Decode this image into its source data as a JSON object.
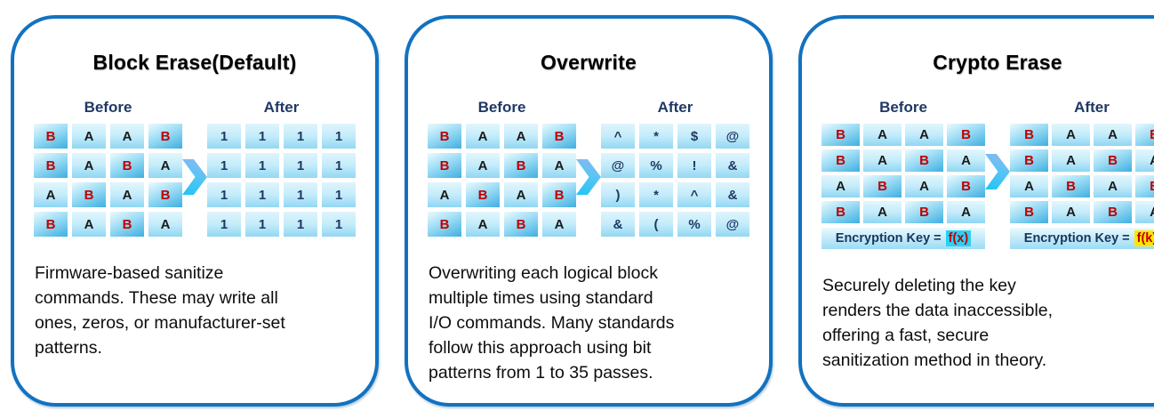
{
  "colors": {
    "panel_border": "#1272c0",
    "navy_text": "#1f3864",
    "letter_b_red": "#c00000",
    "letter_a_black": "#1a1a1a",
    "cell_blue_light": "#c4ecfa",
    "cell_blue_deep": "#3fafe0",
    "arrow_cyan": "#21c3f6",
    "key_highlight_before": "#2ad1f4",
    "key_highlight_after": "#ffe600"
  },
  "panels": [
    {
      "title": "Block Erase(Default)",
      "before_label": "Before",
      "after_label": "After",
      "arrow_icon": "chevron-right",
      "before_grid": [
        [
          "B",
          "A",
          "A",
          "B"
        ],
        [
          "B",
          "A",
          "B",
          "A"
        ],
        [
          "A",
          "B",
          "A",
          "B"
        ],
        [
          "B",
          "A",
          "B",
          "A"
        ]
      ],
      "after_grid": [
        [
          "1",
          "1",
          "1",
          "1"
        ],
        [
          "1",
          "1",
          "1",
          "1"
        ],
        [
          "1",
          "1",
          "1",
          "1"
        ],
        [
          "1",
          "1",
          "1",
          "1"
        ]
      ],
      "description": " Firmware-based sanitize\ncommands. These may write all\nones, zeros, or manufacturer-set\npatterns."
    },
    {
      "title": "Overwrite",
      "before_label": "Before",
      "after_label": "After",
      "arrow_icon": "chevron-right",
      "before_grid": [
        [
          "B",
          "A",
          "A",
          "B"
        ],
        [
          "B",
          "A",
          "B",
          "A"
        ],
        [
          "A",
          "B",
          "A",
          "B"
        ],
        [
          "B",
          "A",
          "B",
          "A"
        ]
      ],
      "after_grid": [
        [
          "^",
          "*",
          "$",
          "@"
        ],
        [
          "@",
          "%",
          "!",
          "&"
        ],
        [
          ")",
          "*",
          "^",
          "&"
        ],
        [
          "&",
          "(",
          "%",
          "@"
        ]
      ],
      "description": "Overwriting each logical block\nmultiple times using standard\nI/O commands. Many standards\nfollow this approach using bit\npatterns from 1 to 35 passes."
    },
    {
      "title": "Crypto Erase",
      "before_label": "Before",
      "after_label": "After",
      "arrow_icon": "chevron-right",
      "before_grid": [
        [
          "B",
          "A",
          "A",
          "B"
        ],
        [
          "B",
          "A",
          "B",
          "A"
        ],
        [
          "A",
          "B",
          "A",
          "B"
        ],
        [
          "B",
          "A",
          "B",
          "A"
        ]
      ],
      "after_grid": [
        [
          "B",
          "A",
          "A",
          "B"
        ],
        [
          "B",
          "A",
          "B",
          "A"
        ],
        [
          "A",
          "B",
          "A",
          "B"
        ],
        [
          "B",
          "A",
          "B",
          "A"
        ]
      ],
      "before_key": {
        "prefix": "Encryption Key =",
        "value": "f(x)",
        "highlight": "#2ad1f4"
      },
      "after_key": {
        "prefix": "Encryption Key =",
        "value": "f(k)",
        "highlight": "#ffe600"
      },
      "description": "Securely deleting the key\nrenders the data inaccessible,\noffering a fast, secure\nsanitization method in theory."
    }
  ]
}
